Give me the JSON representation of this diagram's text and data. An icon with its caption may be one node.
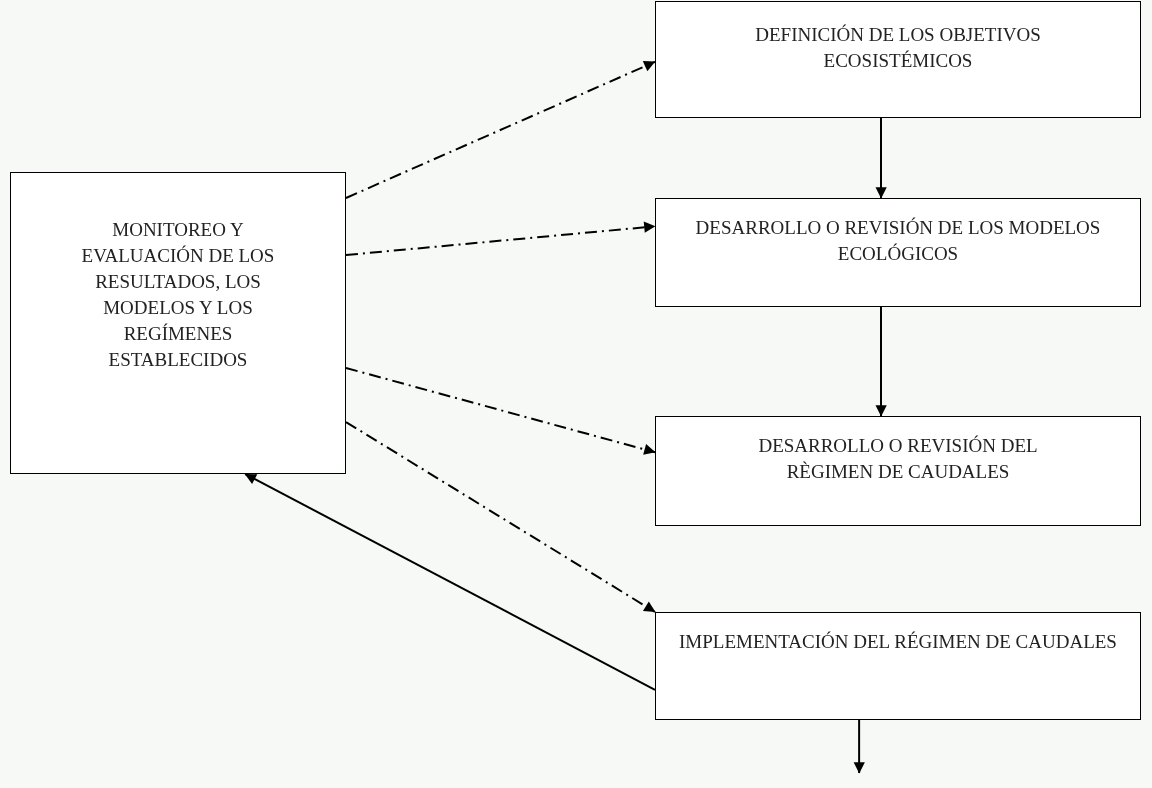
{
  "diagram": {
    "nodes": [
      {
        "text": [
          "DEFINICIÓN DE LOS OBJETIVOS ECOSISTÉMICOS"
        ]
      },
      {
        "text": [
          "MONITOREO Y EVALUACIÓN DE LOS RESULTADOS, LOS MODELOS Y LOS REGÍMENES ESTABLECIDOS"
        ]
      },
      {
        "text": [
          "DESARROLLO O REVISIÓN DE LOS MODELOS ECOLÓGICOS"
        ]
      },
      {
        "text": [
          "DESARROLLO O REVISIÓN DEL RÈGIMEN DE CAUDALES"
        ]
      },
      {
        "text": [
          "IMPLEMENTACIÓN DEL RÉGIMEN DE CAUDALES"
        ]
      }
    ],
    "edges": [
      {
        "from": 1,
        "to": 0,
        "arrow": "to",
        "style": "dashed"
      },
      {
        "from": 1,
        "to": 2,
        "arrow": "to",
        "style": "dashed"
      },
      {
        "from": 1,
        "to": 3,
        "arrow": "to",
        "style": "dashed"
      },
      {
        "from": 1,
        "to": 4,
        "arrow": "to",
        "style": "dashed"
      },
      {
        "from": 0,
        "to": 2,
        "arrow": "to"
      },
      {
        "from": 2,
        "to": 3,
        "arrow": "to"
      },
      {
        "from": 4,
        "to": 1,
        "arrow": "to"
      },
      {
        "from": 4,
        "to": null,
        "arrow": "to"
      }
    ]
  }
}
